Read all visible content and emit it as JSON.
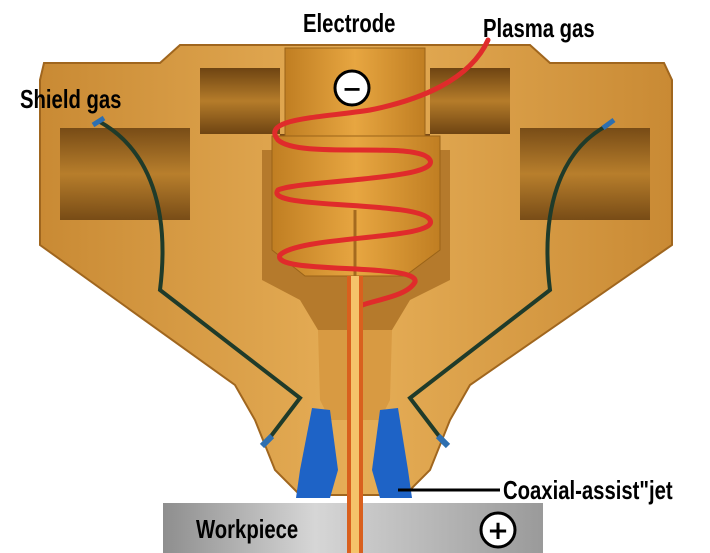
{
  "labels": {
    "electrode": "Electrode",
    "plasma_gas": "Plasma gas",
    "shield_gas": "Shield gas",
    "coaxial_assist_jet": "Coaxial-assist\"jet",
    "workpiece": "Workpiece"
  },
  "symbols": {
    "electrode_polarity": "−",
    "workpiece_polarity": "+"
  },
  "colors": {
    "nozzle_body": "#E0A54B",
    "nozzle_dark": "#8A5A1B",
    "electrode_block": "#D9972F",
    "coil": "#E02B2B",
    "arc": "#D9601E",
    "shield_line": "#1F3B2A",
    "shield_tip": "#2E6FB0",
    "coaxial_jet": "#1E63C6",
    "workpiece": "#B9B9B9"
  }
}
